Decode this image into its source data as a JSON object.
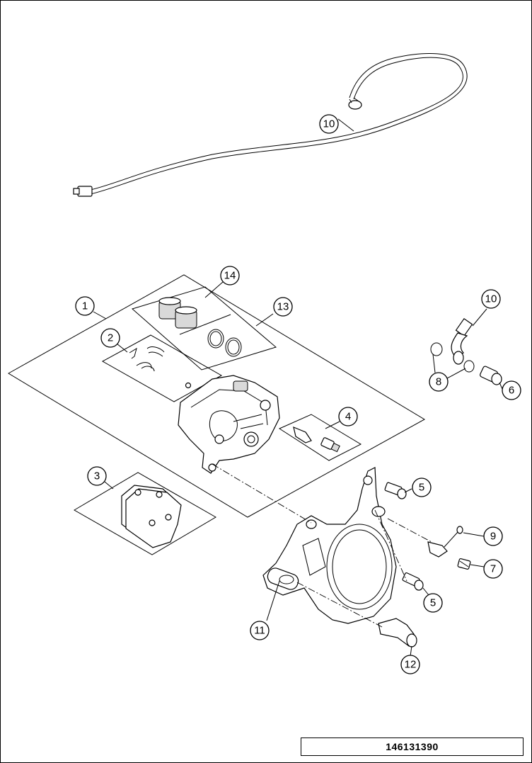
{
  "diagram": {
    "callouts": [
      {
        "id": "c1",
        "label": "1"
      },
      {
        "id": "c2",
        "label": "2"
      },
      {
        "id": "c3",
        "label": "3"
      },
      {
        "id": "c4",
        "label": "4"
      },
      {
        "id": "c5a",
        "label": "5"
      },
      {
        "id": "c5b",
        "label": "5"
      },
      {
        "id": "c6",
        "label": "6"
      },
      {
        "id": "c7",
        "label": "7"
      },
      {
        "id": "c8",
        "label": "8"
      },
      {
        "id": "c9",
        "label": "9"
      },
      {
        "id": "c10a",
        "label": "10"
      },
      {
        "id": "c10b",
        "label": "10"
      },
      {
        "id": "c11",
        "label": "11"
      },
      {
        "id": "c12",
        "label": "12"
      },
      {
        "id": "c13",
        "label": "13"
      },
      {
        "id": "c14",
        "label": "14"
      }
    ],
    "drawing_number": "146131390"
  }
}
